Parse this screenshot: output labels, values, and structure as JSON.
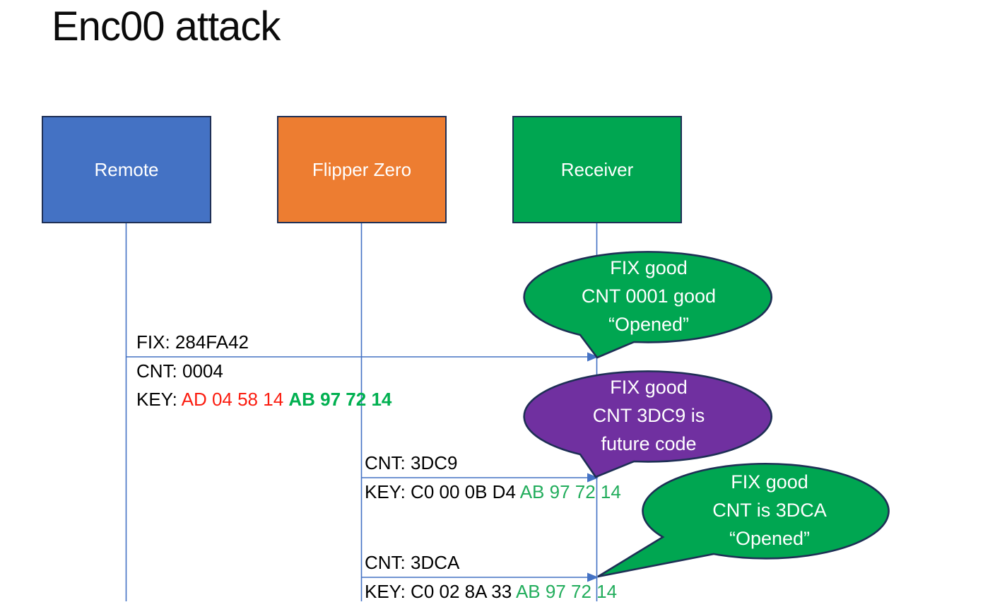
{
  "title": "Enc00 attack",
  "actors": [
    {
      "id": "remote",
      "label": "Remote",
      "fill": "#4472C4"
    },
    {
      "id": "flipper-zero",
      "label": "Flipper Zero",
      "fill": "#ED7D31"
    },
    {
      "id": "receiver",
      "label": "Receiver",
      "fill": "#00A651"
    }
  ],
  "messages": [
    {
      "from": "Remote",
      "to": "Receiver",
      "line1": "FIX: 284FA42",
      "line2": "CNT: 0004",
      "key_prefix": "KEY: ",
      "key_dynamic": "AD 04 58 14 ",
      "key_static": "AB 97 72 14",
      "key_dynamic_color": "#FB1D10",
      "key_static_color": "#00B050"
    },
    {
      "from": "Flipper Zero",
      "to": "Receiver",
      "line1": "CNT: 3DC9",
      "key_prefix": "KEY: ",
      "key_dynamic": "C0 00 0B D4 ",
      "key_static": "AB 97 72 14",
      "key_dynamic_color": "#000000",
      "key_static_color": "#22AD5C"
    },
    {
      "from": "Flipper Zero",
      "to": "Receiver",
      "line1": "CNT: 3DCA",
      "key_prefix": "KEY: ",
      "key_dynamic": "C0 02 8A 33 ",
      "key_static": "AB 97 72 14",
      "key_dynamic_color": "#000000",
      "key_static_color": "#22AD5C"
    }
  ],
  "callouts": [
    {
      "fill": "#00A651",
      "lines": [
        "FIX good",
        "CNT 0001 good",
        "“Opened”"
      ]
    },
    {
      "fill": "#7030A0",
      "lines": [
        "FIX good",
        "CNT 3DC9 is",
        "future code"
      ]
    },
    {
      "fill": "#00A651",
      "lines": [
        "FIX good",
        "CNT is 3DCA",
        "“Opened”"
      ]
    }
  ],
  "colors": {
    "actor_border": "#1E2F55",
    "lifeline_and_arrows": "#4472C4",
    "callout_border": "#1E2F55",
    "body_text": "#000000"
  }
}
